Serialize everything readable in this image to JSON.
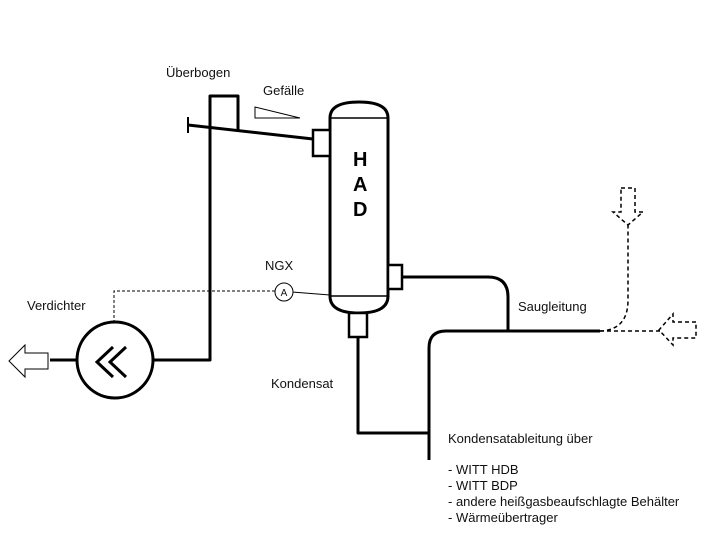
{
  "labels": {
    "ueberbogen": "Überbogen",
    "gefaelle": "Gefälle",
    "ngx": "NGX",
    "verdichter": "Verdichter",
    "saugleitung": "Saugleitung",
    "kondensat": "Kondensat"
  },
  "vessel": {
    "letters": [
      "H",
      "A",
      "D"
    ]
  },
  "sensor": {
    "symbol": "A"
  },
  "condensate_drain": {
    "heading": "Kondensatableitung über",
    "items": [
      "- WITT HDB",
      "- WITT BDP",
      "- andere heißgasbeaufschlagte Behälter",
      "- Wärmeübertrager"
    ]
  }
}
